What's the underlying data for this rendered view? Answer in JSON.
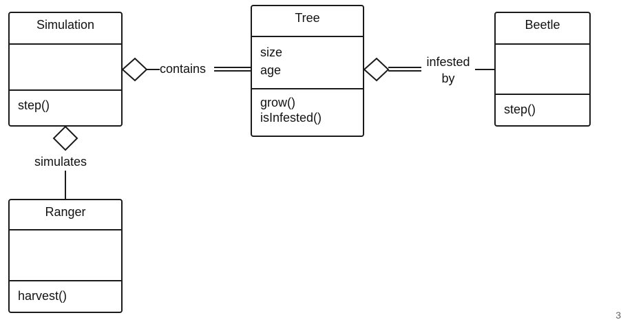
{
  "classes": {
    "simulation": {
      "name": "Simulation",
      "attributes": [],
      "methods": [
        "step()"
      ]
    },
    "tree": {
      "name": "Tree",
      "attributes": [
        "size",
        "age"
      ],
      "methods": [
        "grow()",
        "isInfested()"
      ]
    },
    "beetle": {
      "name": "Beetle",
      "attributes": [],
      "methods": [
        "step()"
      ]
    },
    "ranger": {
      "name": "Ranger",
      "attributes": [],
      "methods": [
        "harvest()"
      ]
    }
  },
  "relations": {
    "contains": "contains",
    "infested_line1": "infested",
    "infested_line2": "by",
    "simulates": "simulates"
  },
  "page_number": "3"
}
